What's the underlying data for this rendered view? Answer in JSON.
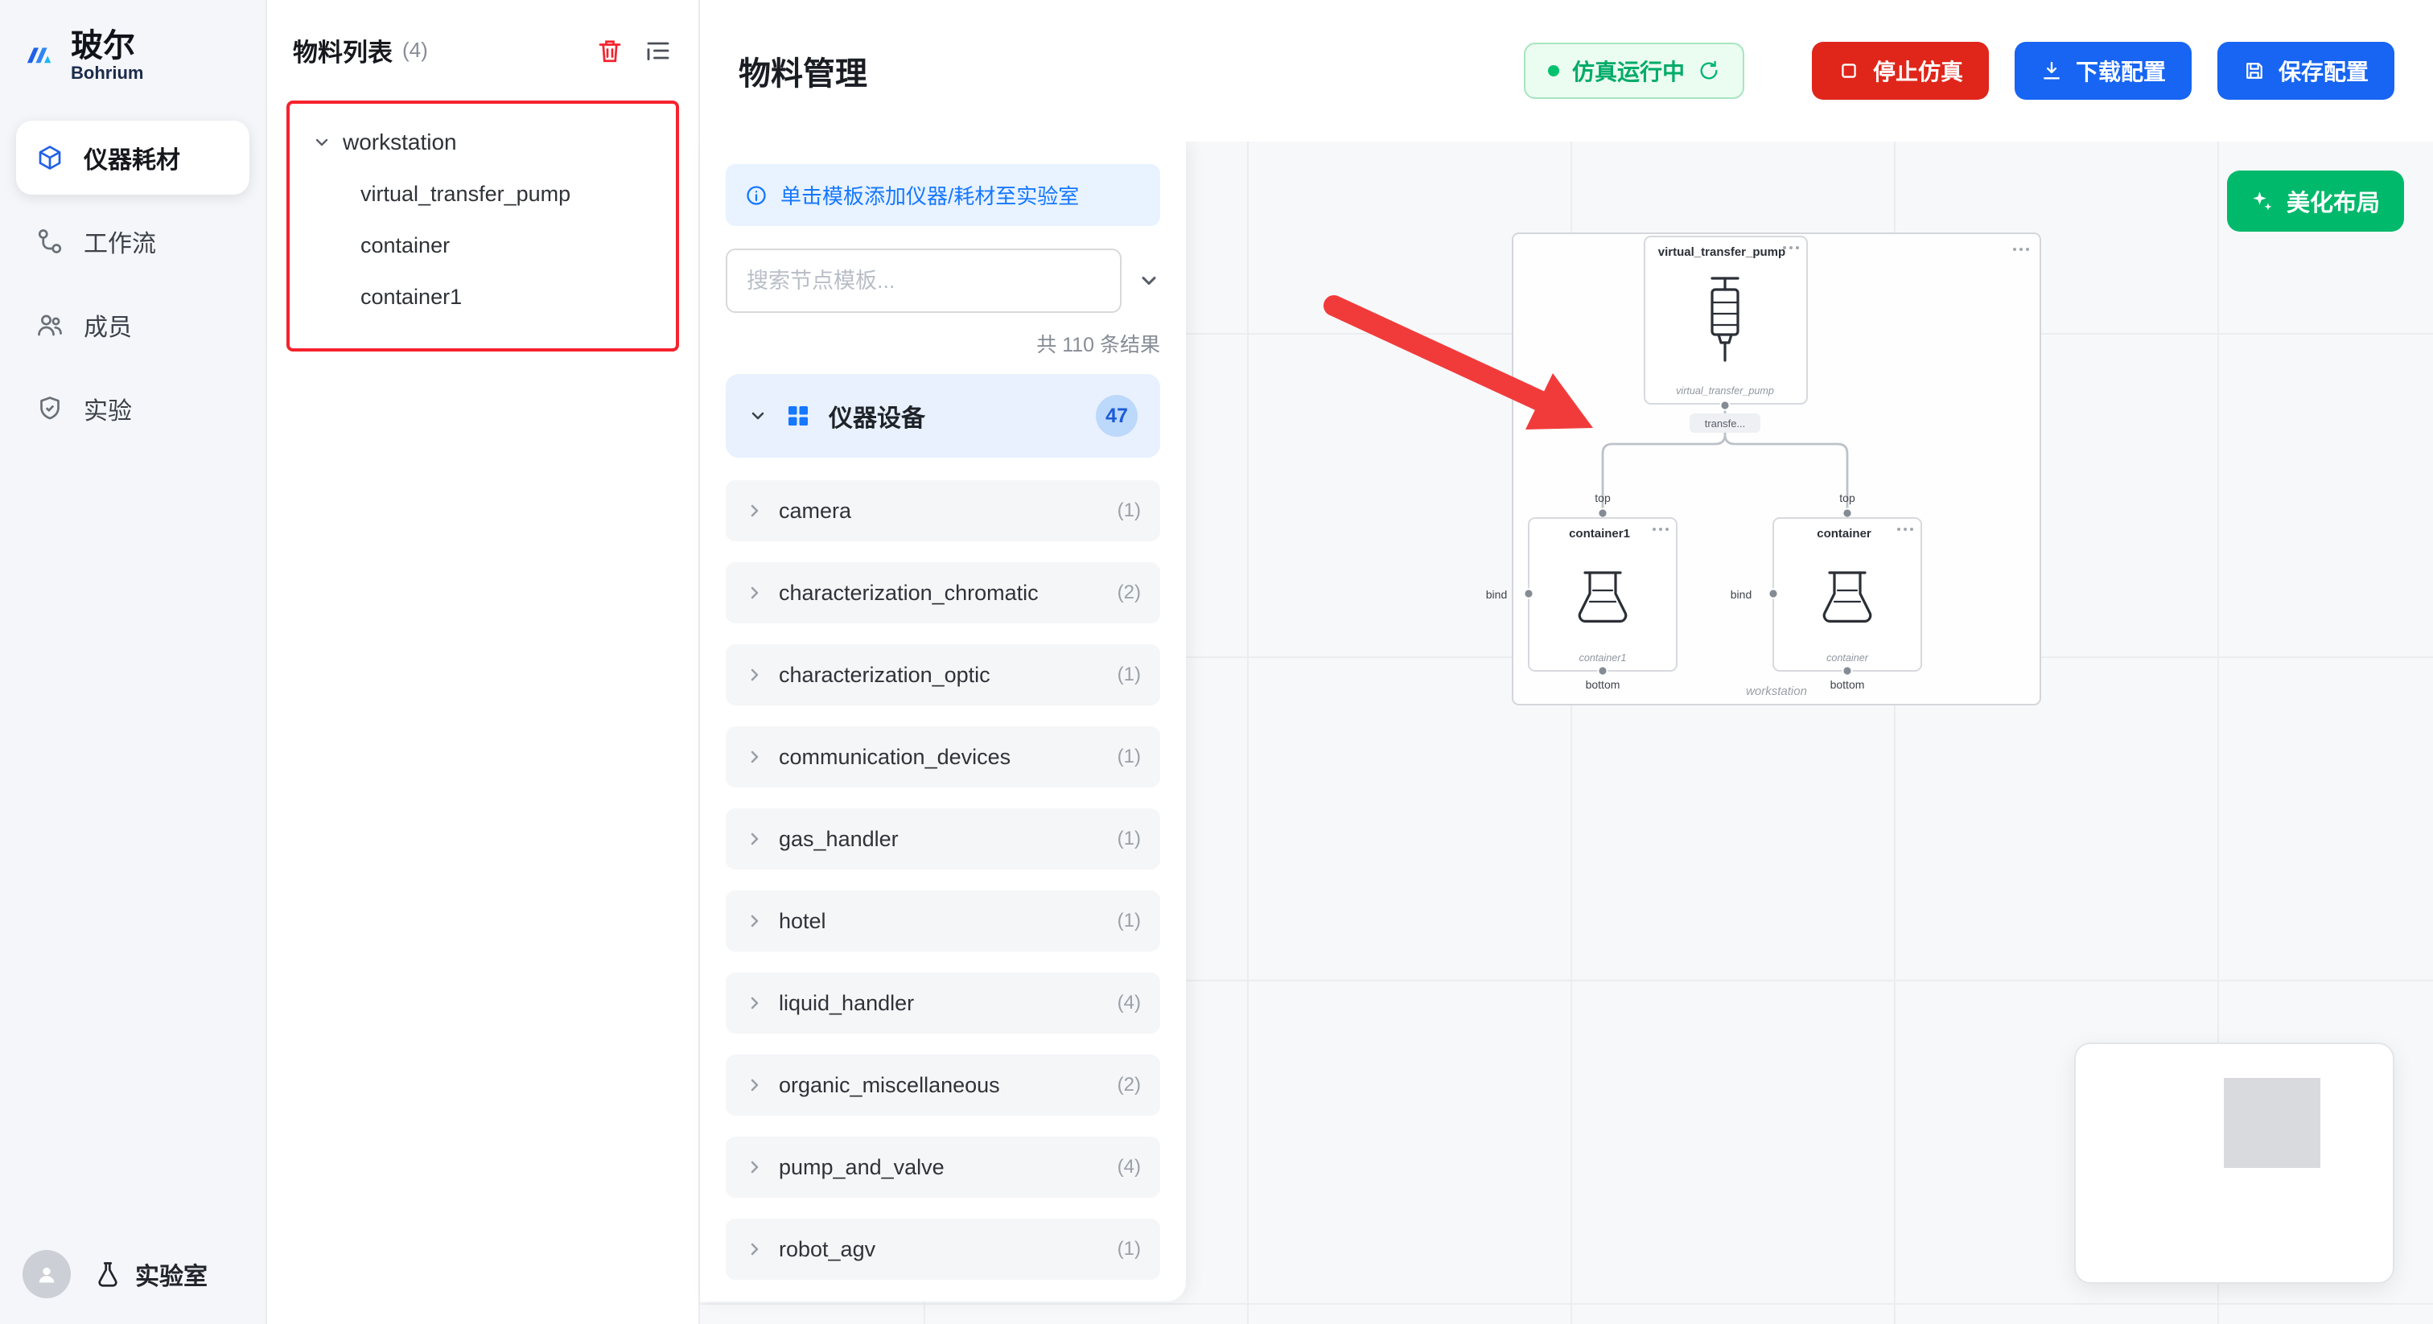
{
  "colors": {
    "primary_blue": "#1765f2",
    "danger_red": "#e0261a",
    "status_green": "#00b578",
    "beautify_green": "#00b96b",
    "highlight_red": "#f5222d",
    "banner_blue": "#1677ff"
  },
  "brand": {
    "name": "玻尔",
    "subtitle": "Bohrium"
  },
  "sidebar": {
    "items": [
      {
        "label": "仪器耗材"
      },
      {
        "label": "工作流"
      },
      {
        "label": "成员"
      },
      {
        "label": "实验"
      }
    ],
    "footer_label": "实验室"
  },
  "materials_panel": {
    "title": "物料列表",
    "count": "(4)",
    "tree": {
      "root": "workstation",
      "children": [
        "virtual_transfer_pump",
        "container",
        "container1"
      ]
    }
  },
  "header": {
    "title": "物料管理",
    "status_label": "仿真运行中",
    "stop_label": "停止仿真",
    "download_label": "下载配置",
    "save_label": "保存配置"
  },
  "template_panel": {
    "banner": "单击模板添加仪器/耗材至实验室",
    "search_placeholder": "搜索节点模板...",
    "results_text": "共 110 条结果",
    "section": {
      "label": "仪器设备",
      "count": "47"
    },
    "items": [
      {
        "name": "camera",
        "count": "(1)"
      },
      {
        "name": "characterization_chromatic",
        "count": "(2)"
      },
      {
        "name": "characterization_optic",
        "count": "(1)"
      },
      {
        "name": "communication_devices",
        "count": "(1)"
      },
      {
        "name": "gas_handler",
        "count": "(1)"
      },
      {
        "name": "hotel",
        "count": "(1)"
      },
      {
        "name": "liquid_handler",
        "count": "(4)"
      },
      {
        "name": "organic_miscellaneous",
        "count": "(2)"
      },
      {
        "name": "pump_and_valve",
        "count": "(4)"
      },
      {
        "name": "robot_agv",
        "count": "(1)"
      }
    ]
  },
  "canvas": {
    "beautify_label": "美化布局",
    "diagram": {
      "workstation_label": "workstation",
      "pump": {
        "title": "virtual_transfer_pump",
        "subtitle": "virtual_transfer_pump",
        "port_label": "transfe..."
      },
      "containers": [
        {
          "title": "container1",
          "top_label": "top",
          "bind_label": "bind",
          "subtitle": "container1",
          "bottom_label": "bottom"
        },
        {
          "title": "container",
          "top_label": "top",
          "bind_label": "bind",
          "subtitle": "container",
          "bottom_label": "bottom"
        }
      ]
    }
  }
}
